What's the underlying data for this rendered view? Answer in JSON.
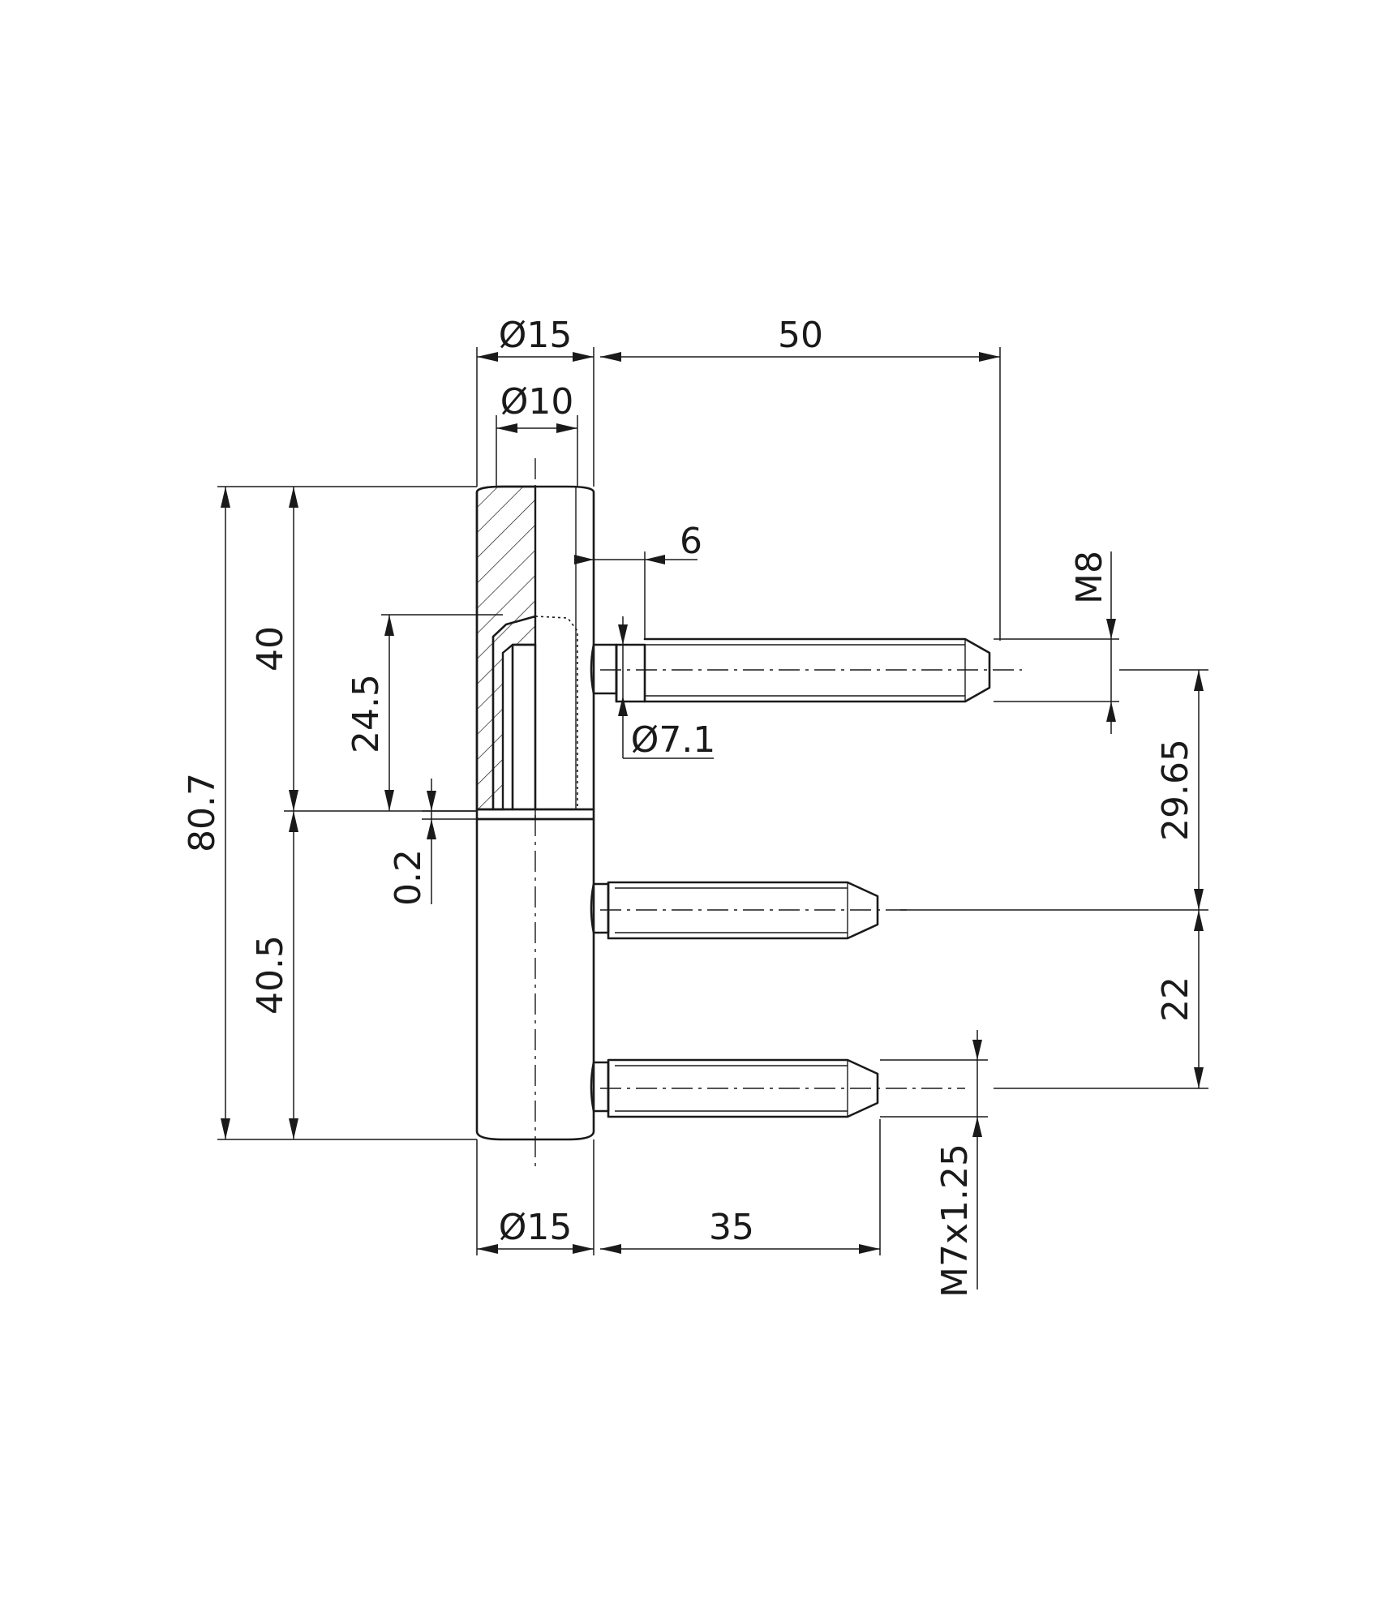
{
  "dimensions": {
    "top_dia_outer": "Ø15",
    "top_dia_inner": "Ø10",
    "top_pin_length": "50",
    "offset": "6",
    "thread_top": "M8",
    "pin_dia": "Ø7.1",
    "total_height": "80.7",
    "upper_height": "40",
    "bore_depth": "24.5",
    "gap": "0.2",
    "lower_height": "40.5",
    "pin_spacing_1": "29.65",
    "pin_spacing_2": "22",
    "thread_bottom": "M7x1.25",
    "bottom_dia": "Ø15",
    "bottom_pin_length": "35"
  }
}
